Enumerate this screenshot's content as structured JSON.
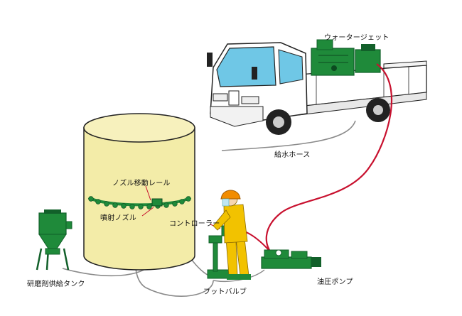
{
  "labels": {
    "water_jet": "ウォータージェット",
    "supply_hose": "給水ホース",
    "nozzle_rail": "ノズル移動レール",
    "jet_nozzle": "噴射ノズル",
    "controller": "コントローラー",
    "abrasive_tank": "研磨剤供給タンク",
    "foot_valve": "フットバルブ",
    "hydraulic_pump": "油圧ポンプ"
  },
  "colors": {
    "tank_body": "#f3eca8",
    "tank_stroke": "#222222",
    "equipment_green": "#1f8a3a",
    "equipment_green_dark": "#12602a",
    "hose_red": "#c8102e",
    "hose_gray": "#8a8a8a",
    "worker_yellow": "#f2c200",
    "helmet_orange": "#f28c00",
    "truck_white": "#ffffff",
    "windshield_blue": "#6fc7e6"
  }
}
